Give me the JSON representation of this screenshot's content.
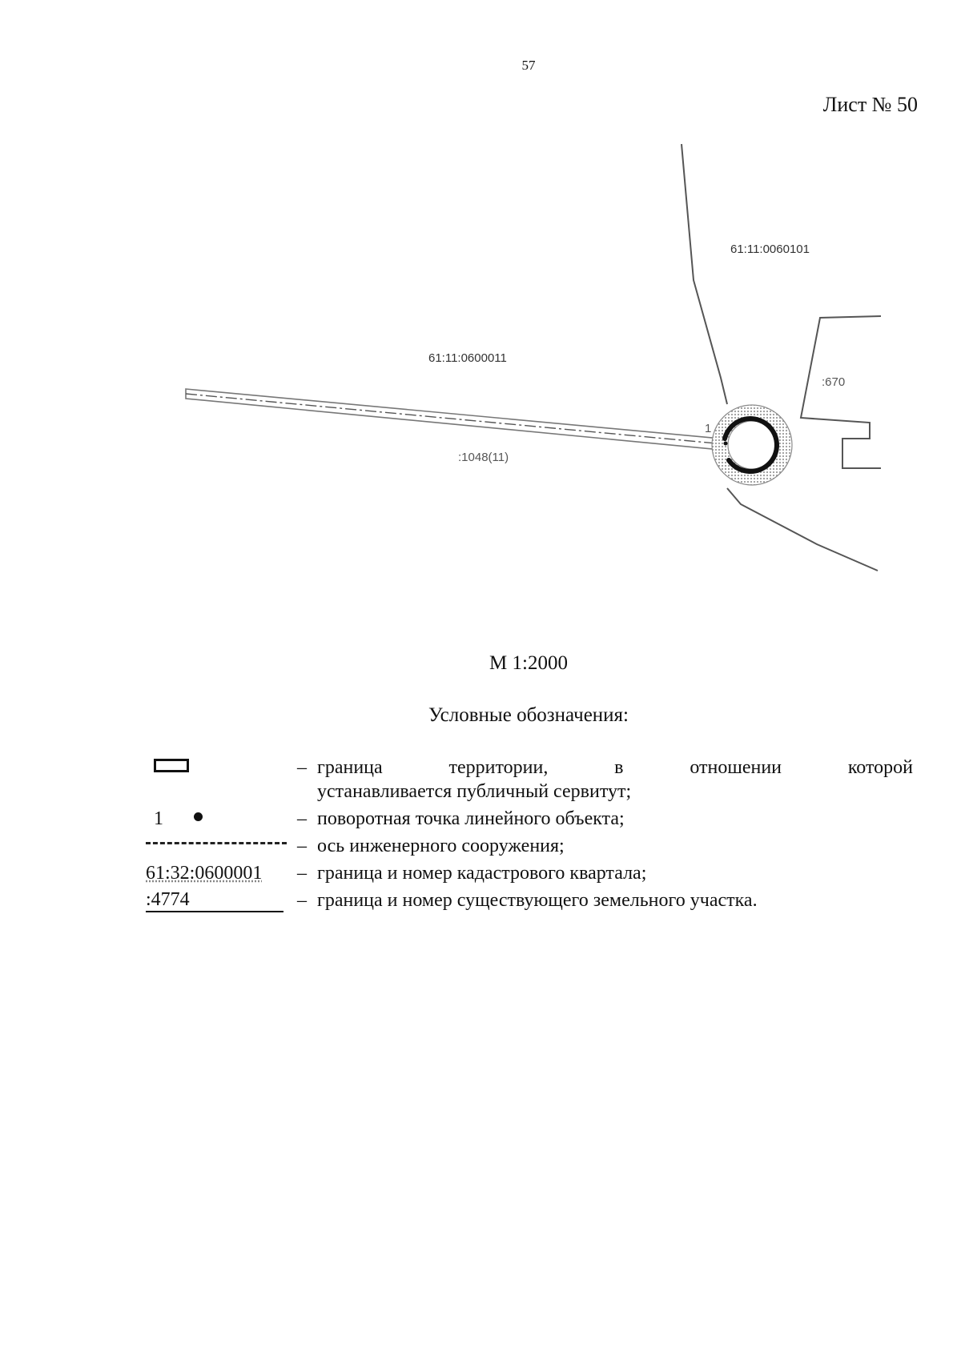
{
  "page_number": "57",
  "sheet_title": "Лист № 50",
  "map": {
    "quarter_north": "61:11:0060101",
    "quarter_west": "61:11:0600011",
    "parcel_east": ":670",
    "parcel_main": ":1048(11)",
    "point_label": "1"
  },
  "scale": "М 1:2000",
  "legend": {
    "title": "Условные обозначения:",
    "dash": "–",
    "items": [
      {
        "text": "граница территории, в отношении которой",
        "text_cont": "устанавливается публичный сервитут;"
      },
      {
        "symbol_text": "1",
        "text": "поворотная точка линейного объекта;"
      },
      {
        "text": "ось инженерного сооружения;"
      },
      {
        "symbol_text": "61:32:0600001",
        "text": "граница и номер кадастрового квартала;"
      },
      {
        "symbol_text": ":4774",
        "text": "граница и номер существующего земельного участка."
      }
    ]
  }
}
